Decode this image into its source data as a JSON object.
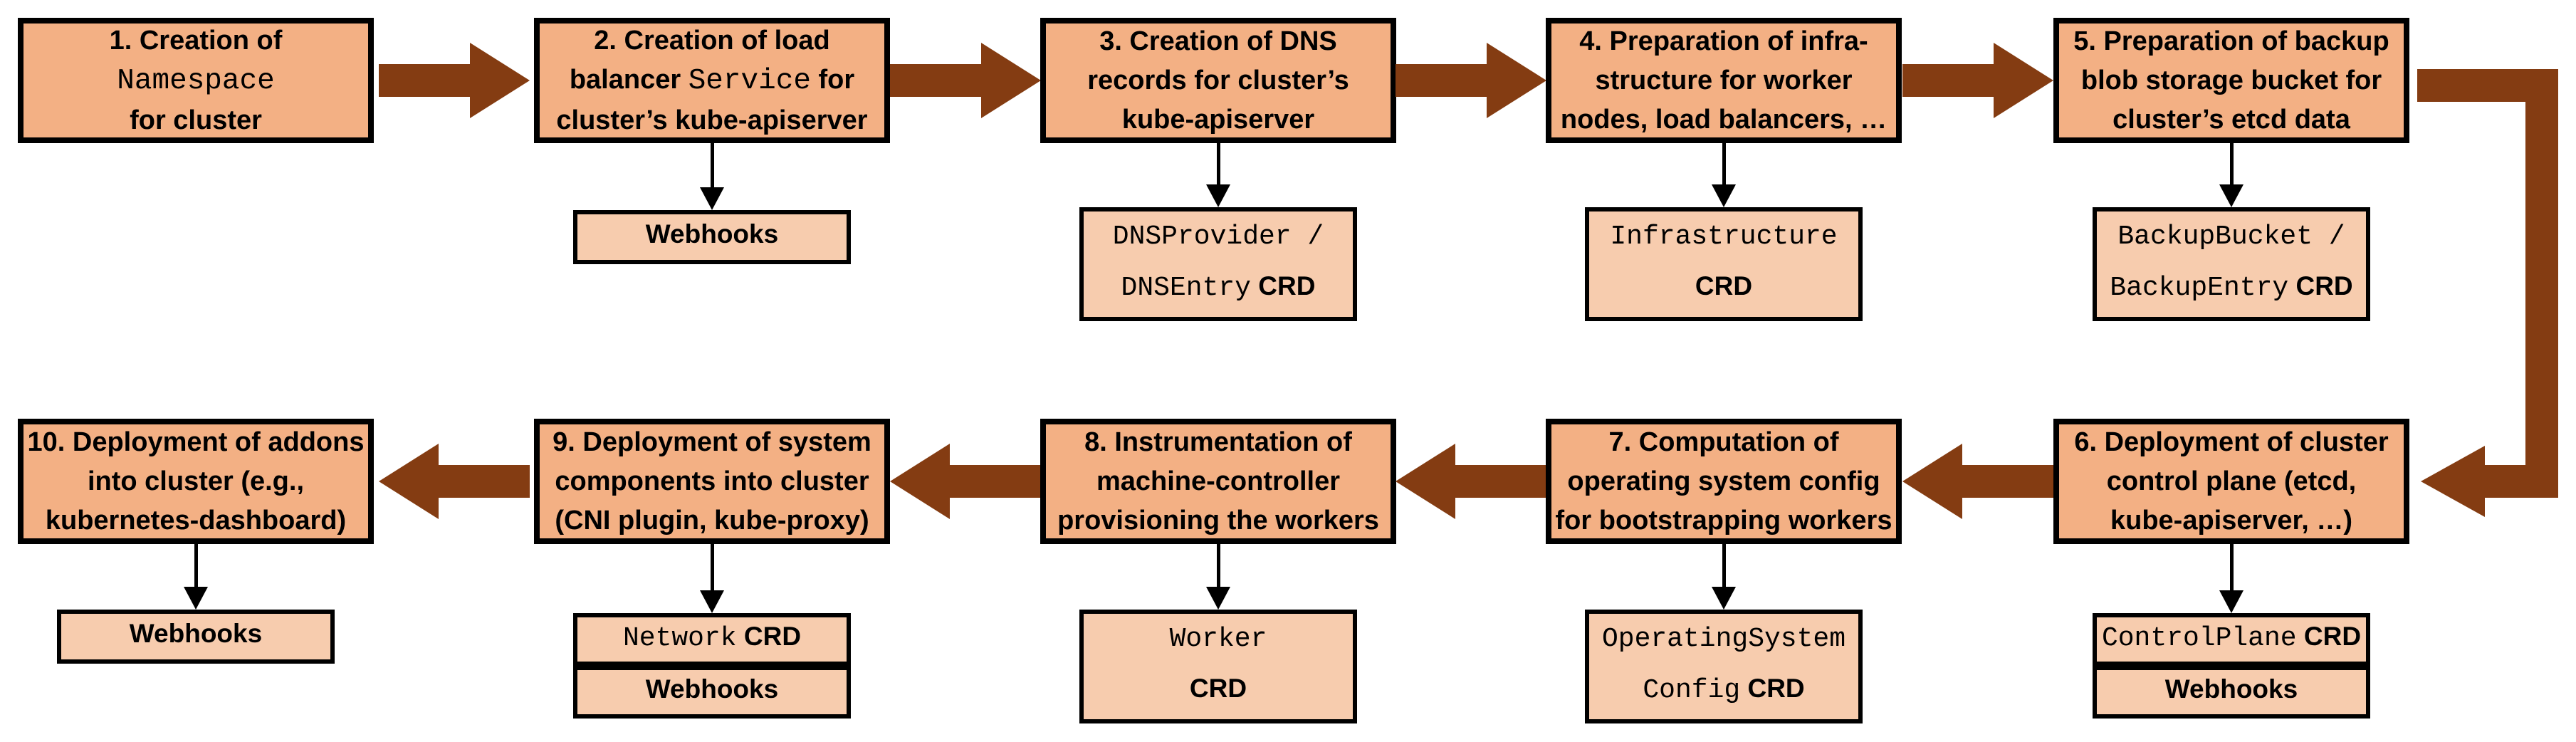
{
  "diagram": {
    "description": "Cluster reconciliation flow with 10 steps, extension CRDs and webhooks",
    "colors": {
      "step_fill": "#F3B084",
      "artifact_fill": "#F7CCAE",
      "arrow": "#843C12",
      "border": "#000000",
      "background": "#FFFFFF"
    },
    "flow": {
      "top_row_order": [
        "1",
        "2",
        "3",
        "4",
        "5"
      ],
      "bottom_row_order": [
        "10",
        "9",
        "8",
        "7",
        "6"
      ],
      "top_row_direction": "left-to-right",
      "bottom_row_direction": "right-to-left"
    },
    "steps": [
      {
        "number": "1",
        "lines": [
          [
            {
              "t": "1. Creation of"
            }
          ],
          [
            {
              "t": "Namespace",
              "mono": true
            }
          ],
          [
            {
              "t": "for cluster"
            }
          ]
        ],
        "artifacts": []
      },
      {
        "number": "2",
        "lines": [
          [
            {
              "t": "2. Creation of load"
            }
          ],
          [
            {
              "t": "balancer "
            },
            {
              "t": "Service",
              "mono": true
            },
            {
              "t": " for"
            }
          ],
          [
            {
              "t": "cluster’s kube-apiserver"
            }
          ]
        ],
        "artifacts": [
          {
            "style": "small",
            "lines": [
              [
                {
                  "t": "Webhooks"
                }
              ]
            ]
          }
        ]
      },
      {
        "number": "3",
        "lines": [
          [
            {
              "t": "3. Creation of DNS"
            }
          ],
          [
            {
              "t": "records for cluster’s"
            }
          ],
          [
            {
              "t": "kube-apiserver"
            }
          ]
        ],
        "artifacts": [
          {
            "style": "tall",
            "lines": [
              [
                {
                  "t": "DNSProvider /",
                  "mono": true
                }
              ],
              [
                {
                  "t": "DNSEntry",
                  "mono": true
                },
                {
                  "t": " CRD"
                }
              ]
            ]
          }
        ]
      },
      {
        "number": "4",
        "lines": [
          [
            {
              "t": "4. Preparation of infra-"
            }
          ],
          [
            {
              "t": "structure for worker"
            }
          ],
          [
            {
              "t": "nodes, load balancers, …"
            }
          ]
        ],
        "artifacts": [
          {
            "style": "tall",
            "lines": [
              [
                {
                  "t": "Infrastructure",
                  "mono": true
                }
              ],
              [
                {
                  "t": "CRD"
                }
              ]
            ]
          }
        ]
      },
      {
        "number": "5",
        "lines": [
          [
            {
              "t": "5. Preparation of backup"
            }
          ],
          [
            {
              "t": "blob storage bucket for"
            }
          ],
          [
            {
              "t": "cluster’s etcd data"
            }
          ]
        ],
        "artifacts": [
          {
            "style": "tall",
            "lines": [
              [
                {
                  "t": "BackupBucket /",
                  "mono": true
                }
              ],
              [
                {
                  "t": "BackupEntry",
                  "mono": true
                },
                {
                  "t": " CRD"
                }
              ]
            ]
          }
        ]
      },
      {
        "number": "6",
        "lines": [
          [
            {
              "t": "6. Deployment of cluster"
            }
          ],
          [
            {
              "t": "control plane (etcd,"
            }
          ],
          [
            {
              "t": "kube-apiserver, …)"
            }
          ]
        ],
        "artifacts": [
          {
            "style": "row",
            "lines": [
              [
                {
                  "t": "ControlPlane",
                  "mono": true
                },
                {
                  "t": " CRD"
                }
              ]
            ]
          },
          {
            "style": "row",
            "lines": [
              [
                {
                  "t": "Webhooks"
                }
              ]
            ]
          }
        ]
      },
      {
        "number": "7",
        "lines": [
          [
            {
              "t": "7. Computation of"
            }
          ],
          [
            {
              "t": "operating system config"
            }
          ],
          [
            {
              "t": "for bootstrapping workers"
            }
          ]
        ],
        "artifacts": [
          {
            "style": "tall",
            "lines": [
              [
                {
                  "t": "OperatingSystem",
                  "mono": true
                }
              ],
              [
                {
                  "t": "Config",
                  "mono": true
                },
                {
                  "t": " CRD"
                }
              ]
            ]
          }
        ]
      },
      {
        "number": "8",
        "lines": [
          [
            {
              "t": "8. Instrumentation of"
            }
          ],
          [
            {
              "t": "machine-controller"
            }
          ],
          [
            {
              "t": "provisioning the workers"
            }
          ]
        ],
        "artifacts": [
          {
            "style": "tall",
            "lines": [
              [
                {
                  "t": "Worker",
                  "mono": true
                }
              ],
              [
                {
                  "t": "CRD"
                }
              ]
            ]
          }
        ]
      },
      {
        "number": "9",
        "lines": [
          [
            {
              "t": "9. Deployment of system"
            }
          ],
          [
            {
              "t": "components into cluster"
            }
          ],
          [
            {
              "t": "(CNI plugin, kube-proxy)"
            }
          ]
        ],
        "artifacts": [
          {
            "style": "row",
            "lines": [
              [
                {
                  "t": "Network",
                  "mono": true
                },
                {
                  "t": " CRD"
                }
              ]
            ]
          },
          {
            "style": "row",
            "lines": [
              [
                {
                  "t": "Webhooks"
                }
              ]
            ]
          }
        ]
      },
      {
        "number": "10",
        "lines": [
          [
            {
              "t": "10. Deployment of addons"
            }
          ],
          [
            {
              "t": "into cluster (e.g.,"
            }
          ],
          [
            {
              "t": "kubernetes-dashboard)"
            }
          ]
        ],
        "artifacts": [
          {
            "style": "small",
            "lines": [
              [
                {
                  "t": "Webhooks"
                }
              ]
            ]
          }
        ]
      }
    ]
  }
}
